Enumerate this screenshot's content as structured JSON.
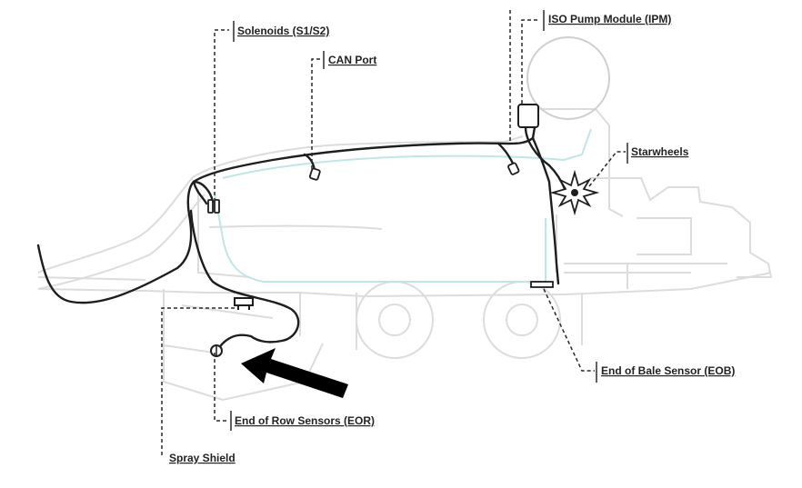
{
  "labels": {
    "solenoids": "Solenoids (S1/S2)",
    "can_port": "CAN Port",
    "ipm": "ISO Pump Module (IPM)",
    "starwheels": "Starwheels",
    "eob": "End of Bale Sensor (EOB)",
    "eor": "End of Row Sensors (EOR)",
    "spray_shield": "Spray Shield"
  },
  "colors": {
    "baler_outline": "#dcdcdc",
    "chamber_outline": "#bfe6e6",
    "harness": "#1e1e1e",
    "leader": "#2a2a2a",
    "arrow": "#000000"
  },
  "icons": {
    "arrow": "pointer-arrow-icon",
    "starwheel": "starwheel-icon"
  }
}
